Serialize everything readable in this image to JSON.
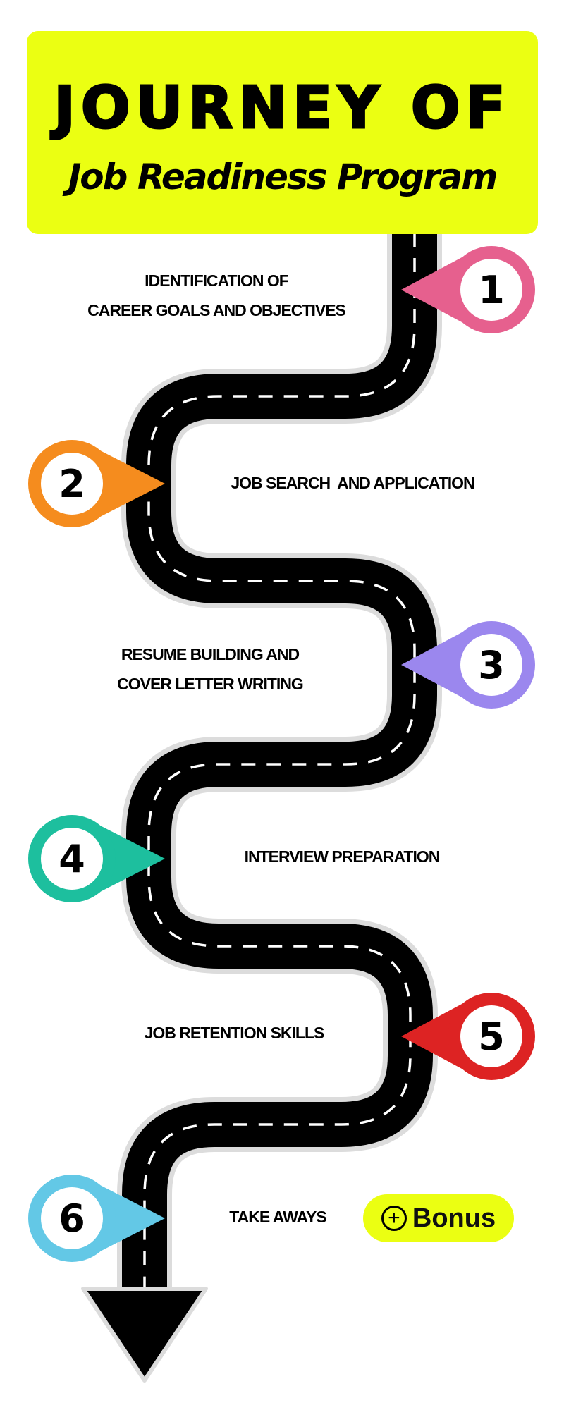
{
  "header": {
    "line1": "JOURNEY  OF",
    "line2": "Job Readiness Program"
  },
  "steps": [
    {
      "number": "1",
      "label": "IDENTIFICATION OF\nCAREER GOALS AND OBJECTIVES",
      "color": "#e6608e"
    },
    {
      "number": "2",
      "label": "JOB SEARCH  AND APPLICATION",
      "color": "#f58c1e"
    },
    {
      "number": "3",
      "label": "RESUME BUILDING AND\nCOVER LETTER WRITING",
      "color": "#9b87ee"
    },
    {
      "number": "4",
      "label": "INTERVIEW PREPARATION",
      "color": "#1dbf9e"
    },
    {
      "number": "5",
      "label": "JOB RETENTION SKILLS",
      "color": "#dd2323"
    },
    {
      "number": "6",
      "label": "TAKE AWAYS",
      "color": "#63c8e6"
    }
  ],
  "bonus": {
    "icon": "plus-circle-icon",
    "label": "Bonus",
    "color": "#ebff12"
  }
}
